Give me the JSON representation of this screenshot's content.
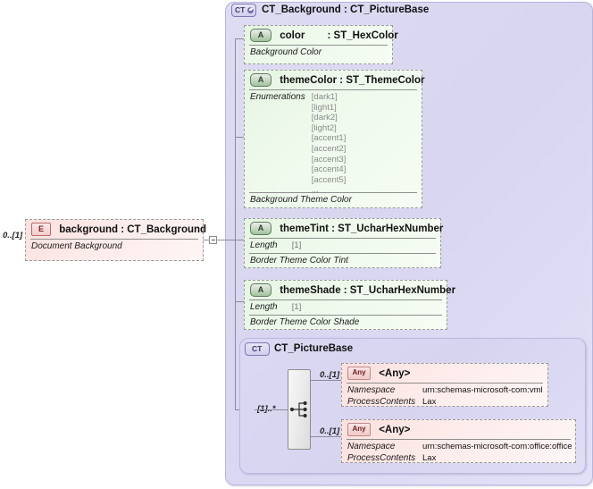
{
  "diagram": {
    "kind": "xml-schema-diagram",
    "root_element": {
      "icon": "element-icon",
      "icon_label": "E",
      "name": "background : CT_Background",
      "documentation": "Document Background",
      "cardinality": "0..[1]"
    },
    "complex_type": {
      "icon": "complextype-extension-icon",
      "icon_label": "CT",
      "title": "CT_Background : CT_PictureBase"
    },
    "attributes": [
      {
        "icon": "attribute-icon",
        "icon_label": "A",
        "name": "color",
        "type": ": ST_HexColor",
        "documentation": "Background Color",
        "facets": []
      },
      {
        "icon": "attribute-icon",
        "icon_label": "A",
        "name": "themeColor : ST_ThemeColor",
        "type": "",
        "facet_label": "Enumerations",
        "enumerations": [
          "[dark1]",
          "[light1]",
          "[dark2]",
          "[light2]",
          "[accent1]",
          "[accent2]",
          "[accent3]",
          "[accent4]",
          "[accent5]",
          "..."
        ],
        "documentation": "Background Theme Color"
      },
      {
        "icon": "attribute-icon",
        "icon_label": "A",
        "name": "themeTint : ST_UcharHexNumber",
        "facet_label": "Length",
        "facet_value": "[1]",
        "documentation": "Border Theme Color Tint"
      },
      {
        "icon": "attribute-icon",
        "icon_label": "A",
        "name": "themeShade : ST_UcharHexNumber",
        "facet_label": "Length",
        "facet_value": "[1]",
        "documentation": "Border Theme Color Shade"
      }
    ],
    "base_type": {
      "icon": "complextype-icon",
      "icon_label": "CT",
      "title": "CT_PictureBase",
      "compositor": {
        "name": "choice-compositor",
        "cardinality": "[1]..*"
      },
      "particles": [
        {
          "icon": "any-icon",
          "icon_label": "Any",
          "name": "<Any>",
          "cardinality": "0..[1]",
          "properties": [
            {
              "key": "Namespace",
              "value": "urn:schemas-microsoft-com:vml"
            },
            {
              "key": "ProcessContents",
              "value": "Lax"
            }
          ]
        },
        {
          "icon": "any-icon",
          "icon_label": "Any",
          "name": "<Any>",
          "cardinality": "0..[1]",
          "properties": [
            {
              "key": "Namespace",
              "value": "urn:schemas-microsoft-com:office:office"
            },
            {
              "key": "ProcessContents",
              "value": "Lax"
            }
          ]
        }
      ]
    }
  },
  "colors": {
    "attribute_fill": "#eef9ec",
    "element_fill": "#fdeceb",
    "container_fill": "#dedcf3",
    "border_dashed": "#9a9a9a",
    "line": "#8b8b9c"
  }
}
